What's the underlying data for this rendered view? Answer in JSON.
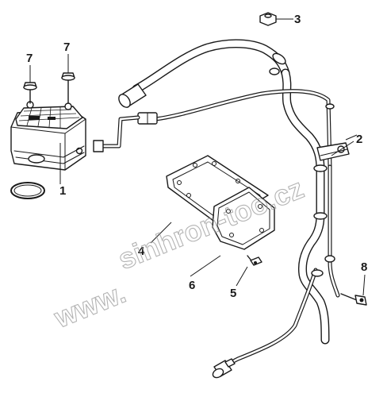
{
  "callouts": [
    {
      "id": "1",
      "label": "1"
    },
    {
      "id": "2",
      "label": "2"
    },
    {
      "id": "3",
      "label": "3"
    },
    {
      "id": "4",
      "label": "4"
    },
    {
      "id": "5",
      "label": "5"
    },
    {
      "id": "6",
      "label": "6"
    },
    {
      "id": "7a",
      "label": "7"
    },
    {
      "id": "7b",
      "label": "7"
    },
    {
      "id": "8",
      "label": "8"
    }
  ],
  "watermark": {
    "line1": "sinhron-too.cz",
    "line2": "www."
  },
  "colors": {
    "ink": "#1a1a1a",
    "watermark": "#9a9a9a",
    "background": "#ffffff"
  }
}
